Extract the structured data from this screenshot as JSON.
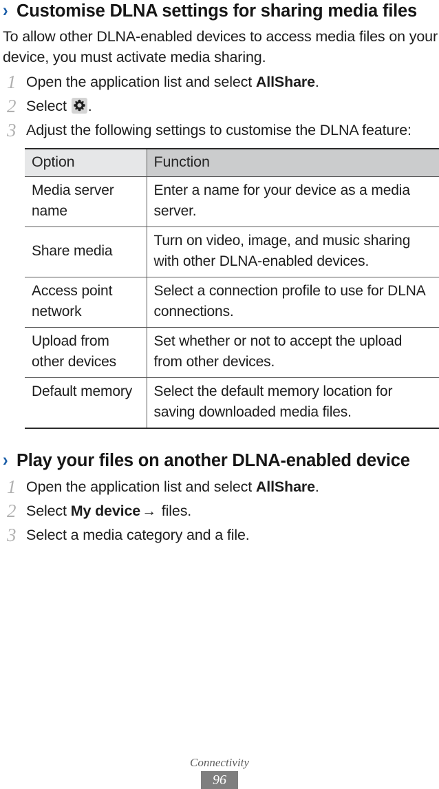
{
  "sections": [
    {
      "bullet": "›",
      "title": "Customise DLNA settings for sharing media files",
      "intro": "To allow other DLNA-enabled devices to access media files on your device, you must activate media sharing.",
      "steps": [
        {
          "num": "1",
          "pre": "Open the application list and select ",
          "bold": "AllShare",
          "post": "."
        },
        {
          "num": "2",
          "pre": "Select ",
          "icon": "gear-icon",
          "post": "."
        },
        {
          "num": "3",
          "pre": "Adjust the following settings to customise the DLNA feature:",
          "bold": "",
          "post": ""
        }
      ]
    },
    {
      "bullet": "›",
      "title": "Play your files on another DLNA-enabled device",
      "steps": [
        {
          "num": "1",
          "pre": "Open the application list and select ",
          "bold": "AllShare",
          "post": "."
        },
        {
          "num": "2",
          "pre": "Select ",
          "bold": "My device",
          "arrow": "→",
          "post": " files."
        },
        {
          "num": "3",
          "pre": "Select a media category and a file.",
          "bold": "",
          "post": ""
        }
      ]
    }
  ],
  "table": {
    "headers": [
      "Option",
      "Function"
    ],
    "rows": [
      {
        "option": "Media server name",
        "function": "Enter a name for your device as a media server.",
        "align": "top"
      },
      {
        "option": "Share media",
        "function": "Turn on video, image, and music sharing with other DLNA-enabled devices.",
        "align": "mid"
      },
      {
        "option": "Access point network",
        "function": "Select a connection profile to use for DLNA connections.",
        "align": "top"
      },
      {
        "option": "Upload from other devices",
        "function": "Set whether or not to accept the upload from other devices.",
        "align": "top"
      },
      {
        "option": "Default memory",
        "function": "Select the default memory location for saving downloaded media files.",
        "align": "top"
      }
    ]
  },
  "footer": {
    "label": "Connectivity",
    "page": "96"
  },
  "colors": {
    "accent_blue": "#1b5ea8",
    "header_col1": "#e6e7e8",
    "header_col2": "#cbcccd",
    "rule": "#2b2b2b",
    "step_number": "#b0b0b0",
    "footer_box": "#7f7f7f"
  }
}
